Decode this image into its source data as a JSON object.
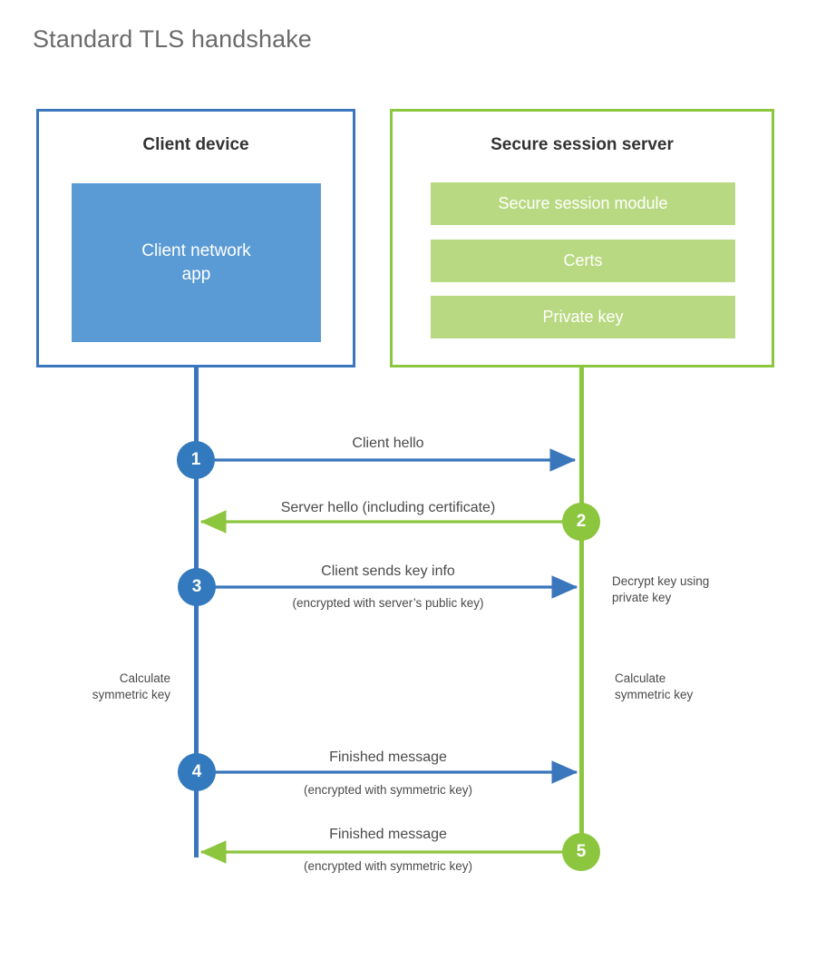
{
  "title": "Standard TLS handshake",
  "colors": {
    "client_border": "#3a76bc",
    "client_fill": "#5b9bd5",
    "server_border": "#8cc63f",
    "server_fill": "#b8d981",
    "client_line": "#3a76bc",
    "server_line": "#8cc63f",
    "circle_blue": "#3279bd",
    "circle_green": "#8cc63f",
    "text": "#4a4a4a",
    "title_text": "#6b6b6b"
  },
  "panels": {
    "client": {
      "title": "Client device",
      "app_label": "Client network\napp",
      "app_label_line1": "Client network",
      "app_label_line2": "app"
    },
    "server": {
      "title": "Secure session server",
      "bars": [
        {
          "label": "Secure session module"
        },
        {
          "label": "Certs"
        },
        {
          "label": "Private key"
        }
      ]
    }
  },
  "steps": [
    {
      "number": "1",
      "label": "Client hello",
      "sub": "",
      "direction": "client-to-server",
      "color": "blue"
    },
    {
      "number": "2",
      "label": "Server hello (including certificate)",
      "sub": "",
      "direction": "server-to-client",
      "color": "green"
    },
    {
      "number": "3",
      "label": "Client sends key info",
      "sub": "(encrypted with server’s public key)",
      "direction": "client-to-server",
      "color": "blue"
    },
    {
      "number": "4",
      "label": "Finished message",
      "sub": "(encrypted with symmetric key)",
      "direction": "client-to-server",
      "color": "blue"
    },
    {
      "number": "5",
      "label": "Finished message",
      "sub": "(encrypted with symmetric key)",
      "direction": "server-to-client",
      "color": "green"
    }
  ],
  "annotations": {
    "decrypt_note": "Decrypt key using\nprivate key",
    "client_calculate": "Calculate\nsymmetric key",
    "server_calculate": "Calculate\nsymmetric key"
  }
}
